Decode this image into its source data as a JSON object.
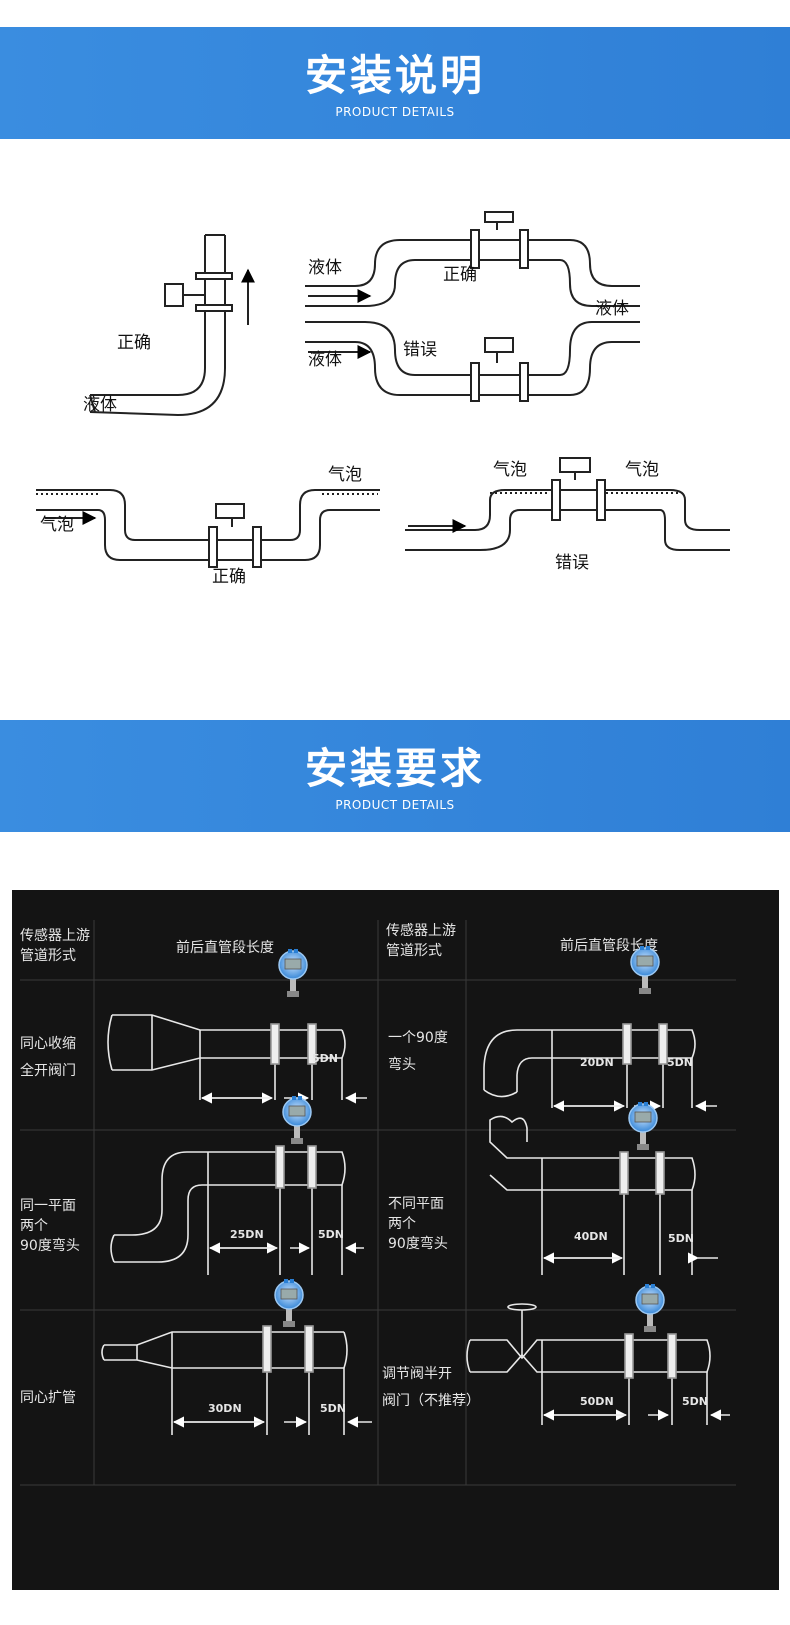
{
  "section1": {
    "title": "安装说明",
    "subtitle": "PRODUCT DETAILS"
  },
  "section2": {
    "title": "安装要求",
    "subtitle": "PRODUCT DETAILS"
  },
  "diagram1": {
    "labels": {
      "correct": "正确",
      "wrong": "错误",
      "liquid": "液体",
      "bubble": "气泡"
    }
  },
  "table": {
    "header_type": "传感器上游\n管道形式",
    "header_length": "前后直管段长度",
    "rows": [
      {
        "left_type": "同心收缩\n全开阀门",
        "left_dim": "",
        "left_down": "5DN",
        "right_type": "一个90度\n弯头",
        "right_dim": "20DN",
        "right_down": "5DN"
      },
      {
        "left_type": "同一平面\n两个\n90度弯头",
        "left_dim": "25DN",
        "left_down": "5DN",
        "right_type": "不同平面\n两个\n90度弯头",
        "right_dim": "40DN",
        "right_down": "5DN"
      },
      {
        "left_type": "同心扩管",
        "left_dim": "30DN",
        "left_down": "5DN",
        "right_type": "调节阀半开\n阀门（不推荐）",
        "right_dim": "50DN",
        "right_down": "5DN"
      }
    ]
  },
  "colors": {
    "banner": "#2f82da",
    "panel": "#141414",
    "meter_blue": "#2a7fd4"
  }
}
